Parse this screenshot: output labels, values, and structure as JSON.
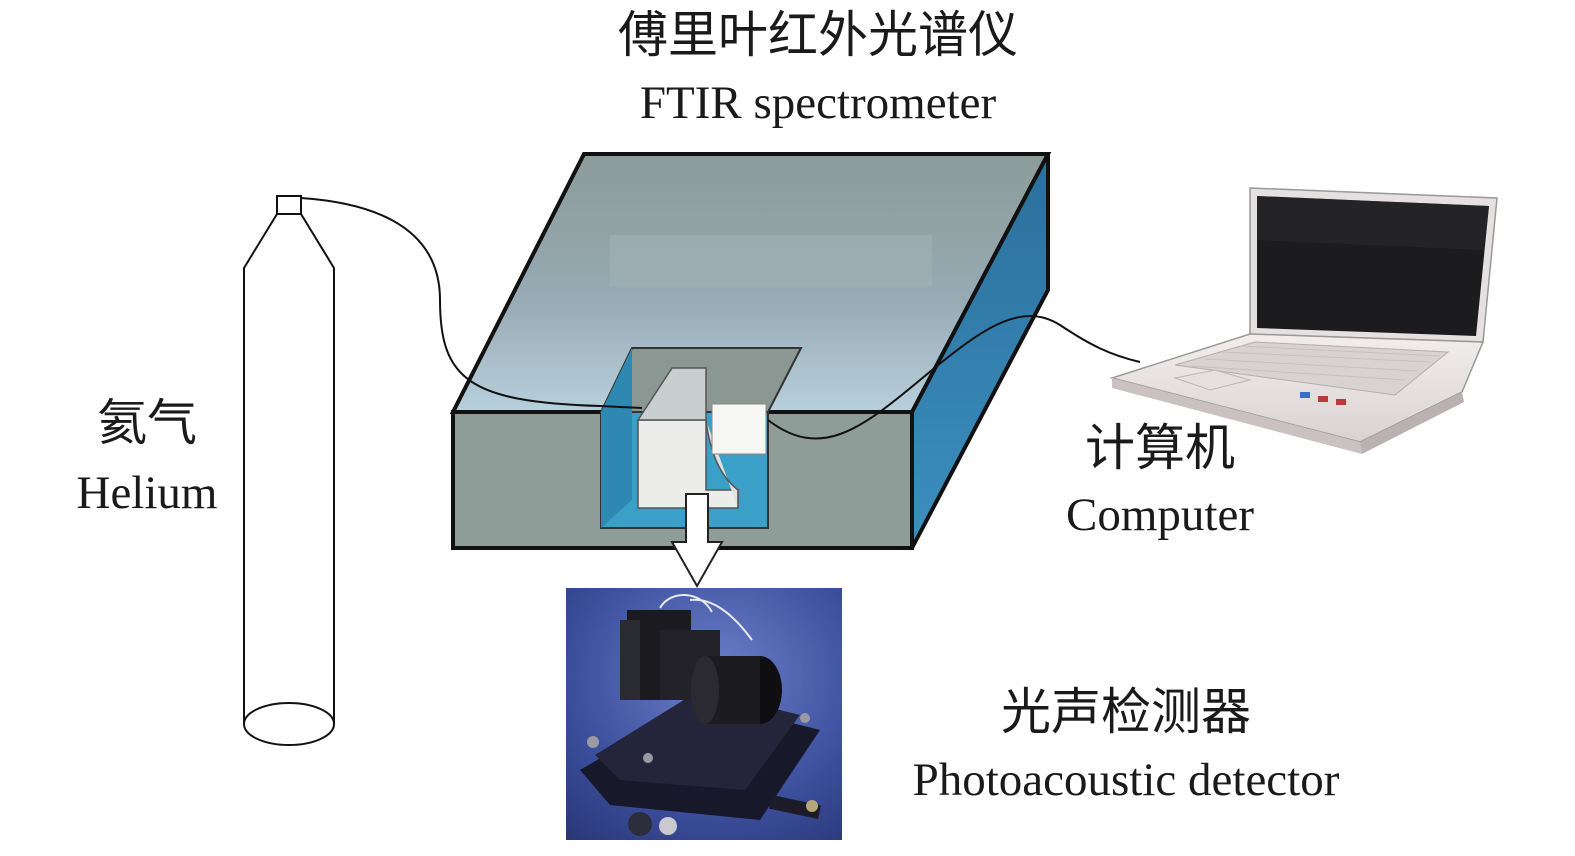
{
  "labels": {
    "ftir_cn": "傅里叶红外光谱仪",
    "ftir_en": "FTIR spectrometer",
    "helium_cn": "氦气",
    "helium_en": "Helium",
    "computer_cn": "计算机",
    "computer_en": "Computer",
    "detector_cn": "光声检测器",
    "detector_en": "Photoacoustic detector"
  },
  "colors": {
    "box_top": "#8fa6aa",
    "box_front": "#8f9d98",
    "box_side": "#2f7fb0",
    "cavity_blue": "#3aa0c8",
    "detector_bg": "#3b4e9c",
    "laptop_body": "#e9e4e4",
    "laptop_screen": "#1c1c1e"
  },
  "icons": {
    "helium": "gas-cylinder-icon",
    "computer": "laptop-icon",
    "detector": "photoacoustic-detector-photo",
    "arrow": "down-arrow-icon"
  }
}
